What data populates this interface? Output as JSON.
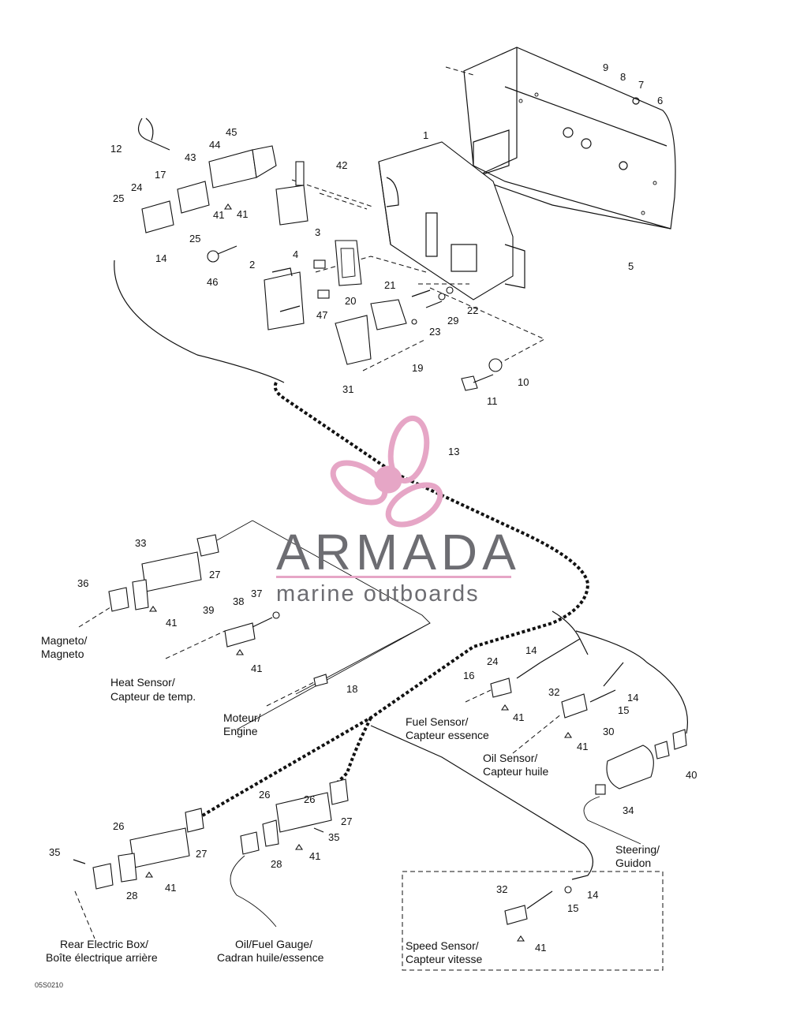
{
  "callouts": {
    "n1": "1",
    "n2": "2",
    "n3": "3",
    "n4": "4",
    "n5": "5",
    "n6": "6",
    "n7": "7",
    "n8": "8",
    "n9": "9",
    "n10": "10",
    "n11": "11",
    "n12": "12",
    "n13": "13",
    "n14a": "14",
    "n14b": "14",
    "n14c": "14",
    "n14d": "14",
    "n15a": "15",
    "n15b": "15",
    "n17": "17",
    "n18": "18",
    "n19": "19",
    "n20": "20",
    "n21": "21",
    "n22": "22",
    "n23": "23",
    "n24a": "24",
    "n24b": "24",
    "n25a": "25",
    "n25b": "25",
    "n26a": "26",
    "n26b": "26",
    "n26c": "26",
    "n27a": "27",
    "n27b": "27",
    "n27c": "27",
    "n28a": "28",
    "n28b": "28",
    "n29": "29",
    "n30": "30",
    "n31": "31",
    "n32a": "32",
    "n32b": "32",
    "n33": "33",
    "n34": "34",
    "n35a": "35",
    "n35b": "35",
    "n36": "36",
    "n37": "37",
    "n38": "38",
    "n39": "39",
    "n40": "40",
    "n41a": "41",
    "n41b": "41",
    "n41c": "41",
    "n41d": "41",
    "n41e": "41",
    "n41f": "41",
    "n41g": "41",
    "n41h": "41",
    "n41i": "41",
    "n42": "42",
    "n43": "43",
    "n44": "44",
    "n45": "45",
    "n46": "46",
    "n47": "47",
    "n16": "16"
  },
  "captions": {
    "magneto": [
      "Magneto/",
      "Magneto"
    ],
    "heat_sensor": [
      "Heat Sensor/",
      "Capteur de temp."
    ],
    "engine": [
      "Moteur/",
      "Engine"
    ],
    "fuel_sensor": [
      "Fuel Sensor/",
      "Capteur essence"
    ],
    "oil_sensor": [
      "Oil Sensor/",
      "Capteur huile"
    ],
    "steering": [
      "Steering/",
      "Guidon"
    ],
    "rear_box": [
      "Rear Electric Box/",
      "Boîte électrique arrière"
    ],
    "gauge": [
      "Oil/Fuel Gauge/",
      "Cadran huile/essence"
    ],
    "speed_sensor": [
      "Speed Sensor/",
      "Capteur vitesse"
    ]
  },
  "drawing_code": "05S0210",
  "watermark": {
    "brand": "ARMADA",
    "tagline": "marine outboards",
    "brand_color": "#6d6d72",
    "logo_color": "#e6a6c6"
  }
}
